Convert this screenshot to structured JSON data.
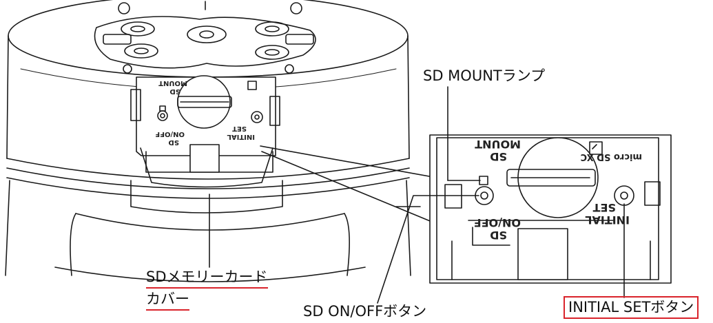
{
  "callouts": {
    "sd_mount_lamp": "SD MOUNTランプ",
    "sd_card_cover_line1": "SDメモリーカード",
    "sd_card_cover_line2": "カバー",
    "sd_onoff_button": "SD ON/OFFボタン",
    "initial_set_button": "INITIAL SETボタン"
  },
  "device_labels": {
    "sd_mount": [
      "SD",
      "MOUNT"
    ],
    "sd_onoff": [
      "SD",
      "ON/OFF"
    ],
    "initial_set": [
      "INITIAL",
      "SET"
    ],
    "micro_sd_logo": "micro SD XC"
  },
  "colors": {
    "highlight_red": "#d9222a",
    "line": "#1a1a1a"
  }
}
